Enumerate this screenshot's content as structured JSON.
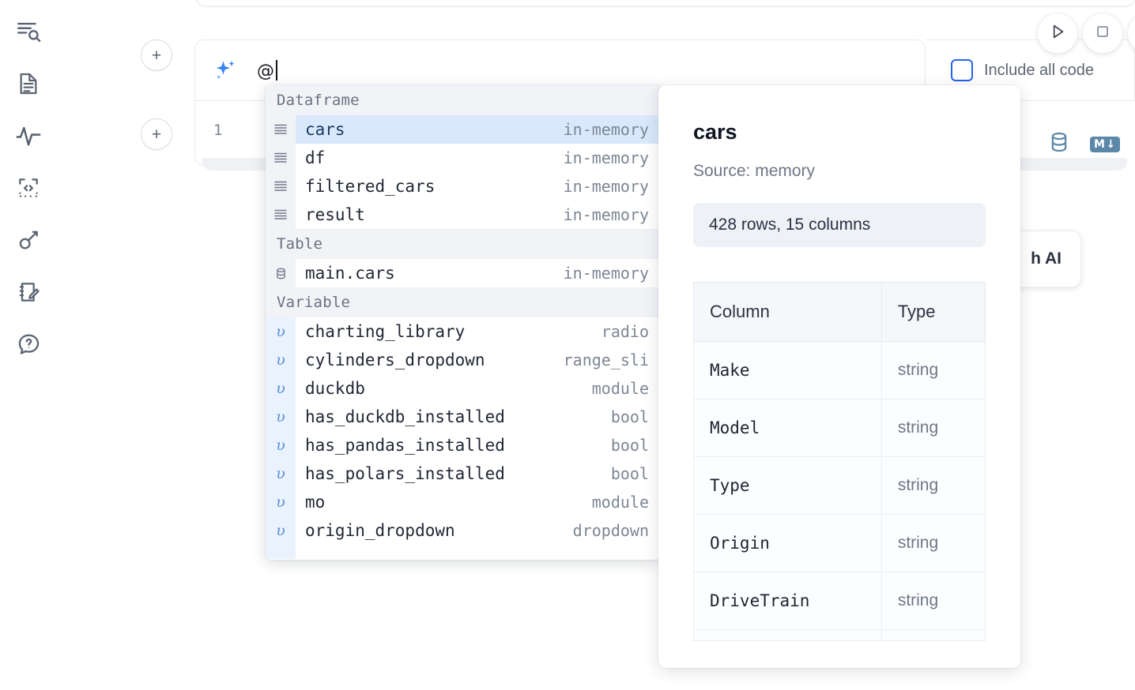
{
  "sidebar": {
    "items": [
      {
        "name": "file-explorer-search-icon",
        "label": "Explore"
      },
      {
        "name": "document-icon",
        "label": "Notebook"
      },
      {
        "name": "activity-pulse-icon",
        "label": "Activity"
      },
      {
        "name": "code-snippet-icon",
        "label": "Snippets"
      },
      {
        "name": "key-icon",
        "label": "Secrets"
      },
      {
        "name": "scratchpad-edit-icon",
        "label": "Scratchpad"
      },
      {
        "name": "help-chat-icon",
        "label": "Help"
      }
    ]
  },
  "toolbar": {
    "run_label": "Run",
    "stop_label": "Stop",
    "more_label": "More",
    "include_all_code_label": "Include all code",
    "include_all_code_checked": false,
    "accent_color": "#2563eb",
    "cell_tools": [
      {
        "name": "database-icon",
        "label": "Database"
      },
      {
        "name": "markdown-icon",
        "label": "M"
      }
    ],
    "markdown_badge_text": "M",
    "markdown_badge_arrow": "↓"
  },
  "prompt_cell": {
    "icon": "sparkles-icon",
    "value": "@",
    "add_button_label": "+"
  },
  "code_cell": {
    "line_number": "1"
  },
  "hidden_card": {
    "label": "h AI"
  },
  "autocomplete": {
    "sections": [
      {
        "title": "Dataframe",
        "icon": "dataframe-lines-icon",
        "kind_class": "df",
        "items": [
          {
            "name": "cars",
            "kind": "in-memory",
            "selected": true
          },
          {
            "name": "df",
            "kind": "in-memory",
            "selected": false
          },
          {
            "name": "filtered_cars",
            "kind": "in-memory",
            "selected": false
          },
          {
            "name": "result",
            "kind": "in-memory",
            "selected": false
          }
        ]
      },
      {
        "title": "Table",
        "icon": "database-icon",
        "kind_class": "tbl",
        "items": [
          {
            "name": "main.cars",
            "kind": "in-memory",
            "selected": false
          }
        ]
      },
      {
        "title": "Variable",
        "icon": "variable-v-icon",
        "kind_class": "var",
        "items": [
          {
            "name": "charting_library",
            "kind": "radio",
            "selected": false
          },
          {
            "name": "cylinders_dropdown",
            "kind": "range_sli",
            "selected": false
          },
          {
            "name": "duckdb",
            "kind": "module",
            "selected": false
          },
          {
            "name": "has_duckdb_installed",
            "kind": "bool",
            "selected": false
          },
          {
            "name": "has_pandas_installed",
            "kind": "bool",
            "selected": false
          },
          {
            "name": "has_polars_installed",
            "kind": "bool",
            "selected": false
          },
          {
            "name": "mo",
            "kind": "module",
            "selected": false
          },
          {
            "name": "origin_dropdown",
            "kind": "dropdown",
            "selected": false
          }
        ]
      }
    ],
    "variable_glyph": "υ"
  },
  "doc_panel": {
    "title": "cars",
    "source": "Source: memory",
    "shape": "428 rows, 15 columns",
    "table": {
      "headers": [
        "Column",
        "Type"
      ],
      "rows": [
        {
          "column": "Make",
          "type": "string"
        },
        {
          "column": "Model",
          "type": "string"
        },
        {
          "column": "Type",
          "type": "string"
        },
        {
          "column": "Origin",
          "type": "string"
        },
        {
          "column": "DriveTrain",
          "type": "string"
        }
      ]
    }
  }
}
